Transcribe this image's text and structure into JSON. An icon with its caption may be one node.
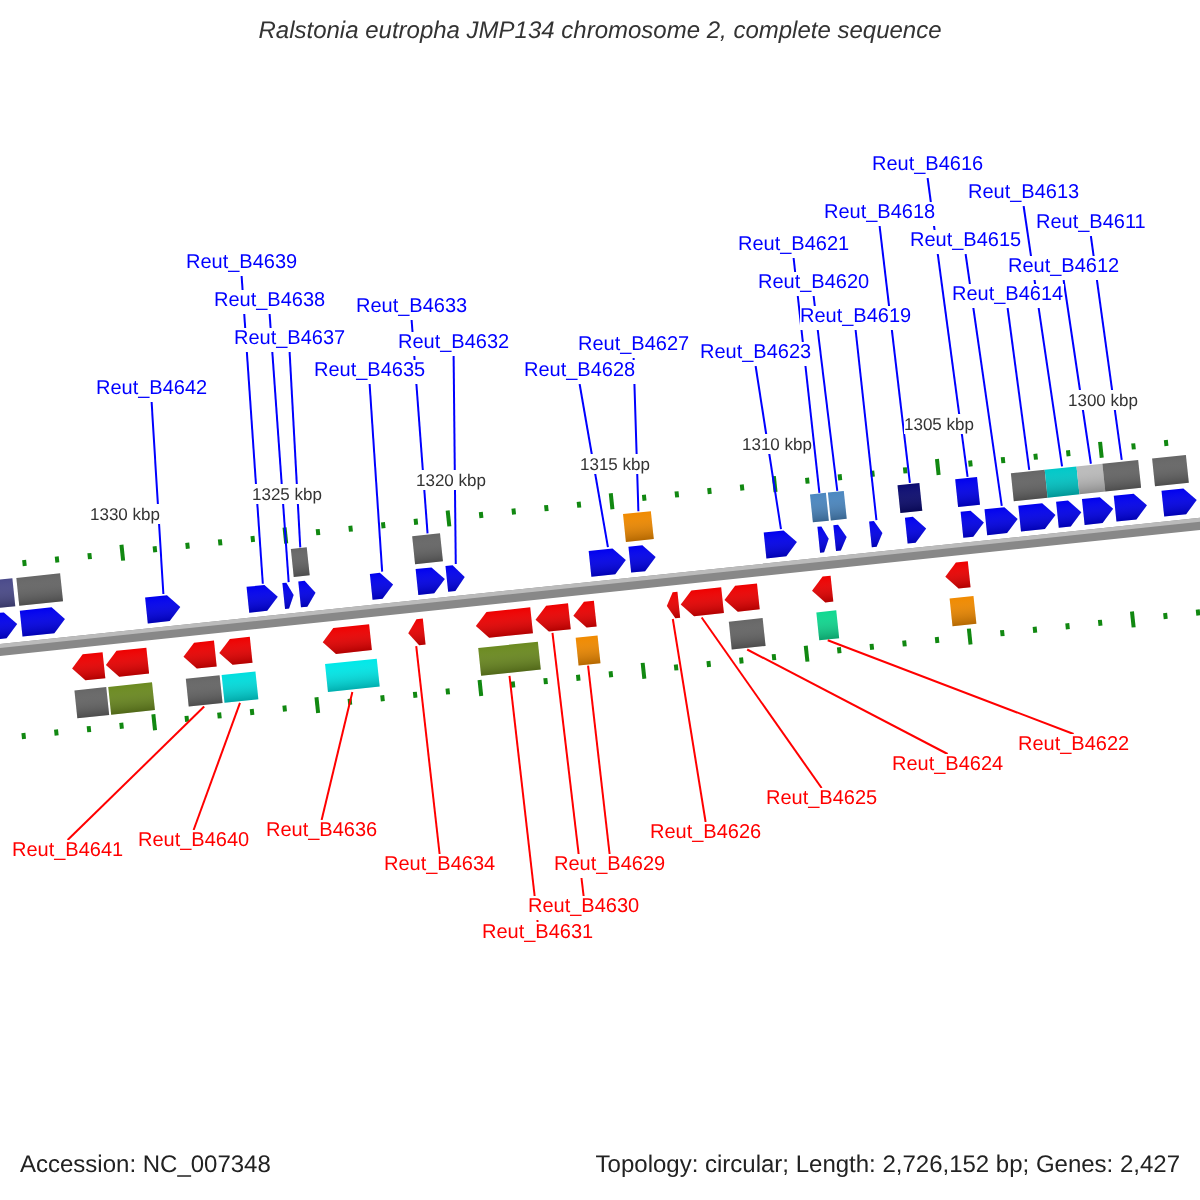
{
  "diagram": {
    "title": "Ralstonia eutropha JMP134 chromosome 2, complete sequence",
    "nodes": [
      {
        "text": [
          "Reut_B4642"
        ]
      },
      {
        "text": [
          "Reut_B4639"
        ]
      },
      {
        "text": [
          "Reut_B4638"
        ]
      },
      {
        "text": [
          "Reut_B4637"
        ]
      },
      {
        "text": [
          "Reut_B4635"
        ]
      },
      {
        "text": [
          "Reut_B4633"
        ]
      },
      {
        "text": [
          "Reut_B4632"
        ]
      },
      {
        "text": [
          "Reut_B4628"
        ]
      },
      {
        "text": [
          "Reut_B4627"
        ]
      },
      {
        "text": [
          "Reut_B4623"
        ]
      },
      {
        "text": [
          "Reut_B4621"
        ]
      },
      {
        "text": [
          "Reut_B4620"
        ]
      },
      {
        "text": [
          "Reut_B4619"
        ]
      },
      {
        "text": [
          "Reut_B4618"
        ]
      },
      {
        "text": [
          "Reut_B4616"
        ]
      },
      {
        "text": [
          "Reut_B4615"
        ]
      },
      {
        "text": [
          "Reut_B4614"
        ]
      },
      {
        "text": [
          "Reut_B4613"
        ]
      },
      {
        "text": [
          "Reut_B4612"
        ]
      },
      {
        "text": [
          "Reut_B4611"
        ]
      },
      {
        "text": [
          "Reut_B4641"
        ]
      },
      {
        "text": [
          "Reut_B4640"
        ]
      },
      {
        "text": [
          "Reut_B4636"
        ]
      },
      {
        "text": [
          "Reut_B4634"
        ]
      },
      {
        "text": [
          "Reut_B4631"
        ]
      },
      {
        "text": [
          "Reut_B4630"
        ]
      },
      {
        "text": [
          "Reut_B4629"
        ]
      },
      {
        "text": [
          "Reut_B4626"
        ]
      },
      {
        "text": [
          "Reut_B4625"
        ]
      },
      {
        "text": [
          "Reut_B4624"
        ]
      },
      {
        "text": [
          "Reut_B4622"
        ]
      },
      {
        "text": [],
        "shape": "pentagon"
      },
      {
        "text": [],
        "shape": "box"
      },
      {
        "text": [],
        "shape": "box"
      },
      {
        "text": [],
        "shape": "pentagon"
      },
      {
        "text": [],
        "shape": "pentagon"
      },
      {
        "text": [],
        "shape": "box"
      },
      {
        "text": [],
        "shape": "box"
      },
      {
        "text": [],
        "shape": "pentagon"
      },
      {
        "text": [],
        "shape": "pentagon"
      },
      {
        "text": [],
        "shape": "box"
      },
      {
        "text": [],
        "shape": "pentagon"
      },
      {
        "text": [],
        "shape": "box"
      },
      {
        "text": [],
        "shape": "pentagon"
      },
      {
        "text": [],
        "shape": "box"
      },
      {
        "text": [],
        "shape": "pentagon"
      },
      {
        "text": [],
        "shape": "box"
      },
      {
        "text": [],
        "shape": "pentagon"
      },
      {
        "text": [],
        "shape": "pentagon"
      },
      {
        "text": [],
        "shape": "box"
      },
      {
        "text": [],
        "shape": "pentagon"
      },
      {
        "text": [],
        "shape": "box"
      },
      {
        "text": [],
        "shape": "box"
      },
      {
        "text": [],
        "shape": "box"
      },
      {
        "text": [],
        "shape": "pentagon"
      },
      {
        "text": [],
        "shape": "box"
      },
      {
        "text": [],
        "shape": "box"
      },
      {
        "text": [],
        "shape": "pentagon"
      },
      {
        "text": [],
        "shape": "box"
      },
      {
        "text": [],
        "shape": "box"
      },
      {
        "text": [],
        "shape": "box"
      },
      {
        "text": [],
        "shape": "box"
      }
    ],
    "edges": [
      {
        "from": 0,
        "to": 31,
        "arrow": "none"
      },
      {
        "from": 1,
        "to": 34,
        "arrow": "none"
      },
      {
        "from": 2,
        "to": 35,
        "arrow": "none"
      },
      {
        "from": 3,
        "to": 36,
        "arrow": "none"
      },
      {
        "from": 4,
        "to": 38,
        "arrow": "none"
      },
      {
        "from": 5,
        "to": 40,
        "arrow": "none"
      },
      {
        "from": 6,
        "to": 41,
        "arrow": "none"
      },
      {
        "from": 7,
        "to": 45,
        "arrow": "none"
      },
      {
        "from": 8,
        "to": 46,
        "arrow": "none"
      },
      {
        "from": 9,
        "to": 50,
        "arrow": "none"
      },
      {
        "from": 10,
        "to": 52,
        "arrow": "none"
      },
      {
        "from": 11,
        "to": 53,
        "arrow": "none"
      },
      {
        "from": 12,
        "to": 54,
        "arrow": "none"
      },
      {
        "from": 13,
        "to": 55,
        "arrow": "none"
      },
      {
        "from": 14,
        "to": 56,
        "arrow": "none"
      },
      {
        "from": 15,
        "to": 57,
        "arrow": "none"
      },
      {
        "from": 16,
        "to": 58,
        "arrow": "none"
      },
      {
        "from": 17,
        "to": 59,
        "arrow": "none"
      },
      {
        "from": 18,
        "to": 60,
        "arrow": "none"
      },
      {
        "from": 19,
        "to": 61,
        "arrow": "none"
      },
      {
        "from": 20,
        "to": 32,
        "arrow": "none",
        "color": "#ff0000"
      },
      {
        "from": 21,
        "to": 33,
        "arrow": "none",
        "color": "#ff0000"
      },
      {
        "from": 22,
        "to": 37,
        "arrow": "none",
        "color": "#ff0000"
      },
      {
        "from": 23,
        "to": 39,
        "arrow": "none",
        "color": "#ff0000"
      },
      {
        "from": 24,
        "to": 42,
        "arrow": "none",
        "color": "#ff0000"
      },
      {
        "from": 25,
        "to": 43,
        "arrow": "none",
        "color": "#ff0000"
      },
      {
        "from": 26,
        "to": 44,
        "arrow": "none",
        "color": "#ff0000"
      },
      {
        "from": 27,
        "to": 47,
        "arrow": "none",
        "color": "#ff0000"
      },
      {
        "from": 28,
        "to": 48,
        "arrow": "none",
        "color": "#ff0000"
      },
      {
        "from": 29,
        "to": 49,
        "arrow": "none",
        "color": "#ff0000"
      },
      {
        "from": 30,
        "to": 51,
        "arrow": "none",
        "color": "#ff0000"
      }
    ],
    "labels": [
      "1330 kbp",
      "1325 kbp",
      "1320 kbp",
      "1315 kbp",
      "1310 kbp",
      "1305 kbp",
      "1300 kbp",
      "Accession: NC_007348",
      "Topology: circular; Length: 2,726,152 bp; Genes: 2,427"
    ]
  }
}
